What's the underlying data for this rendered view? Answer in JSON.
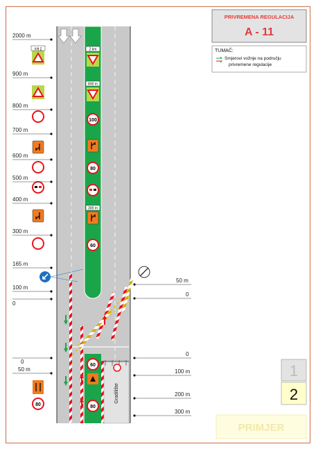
{
  "title_box": {
    "heading": "PRIVREMENA REGULACIJA",
    "code": "A - 11"
  },
  "legend": {
    "title": "TUMAČ:",
    "line1": "Smjerovi vožnje na području",
    "line2": "privremene regulacije"
  },
  "left_distances": [
    "2000 m",
    "900 m",
    "800 m",
    "700 m",
    "600 m",
    "500 m",
    "400 m",
    "300 m",
    "165 m",
    "100 m",
    "0",
    "0",
    "50 m"
  ],
  "right_distances": [
    "50 m",
    "0",
    "0",
    "100 m",
    "200 m",
    "300 m"
  ],
  "signs": {
    "sign_2km": "2 km",
    "sign_800m": "800 m",
    "sign_300m": "300 m",
    "sign_2km_b": "2 km",
    "speed_100": "100",
    "speed_80": "80",
    "speed_60": "60",
    "speed_60_work": "60",
    "speed_80_work": "80",
    "speed_80_bottom": "80"
  },
  "worksite_label": "Gradilište",
  "page_numbers": {
    "inactive": "1",
    "active": "2"
  },
  "watermark": "PRIMJER",
  "colors": {
    "frame": "#d4805a",
    "road": "#c9c9c9",
    "green": "#1aa54a",
    "sign_orange": "#f07a1e",
    "sign_red": "#e8141c",
    "title_bg": "#e3e3e3",
    "title_red": "#e43b3b",
    "page_active_bg": "#ffffcc",
    "watermark_bg": "#fffde0",
    "watermark_text": "#f2e9a8"
  }
}
